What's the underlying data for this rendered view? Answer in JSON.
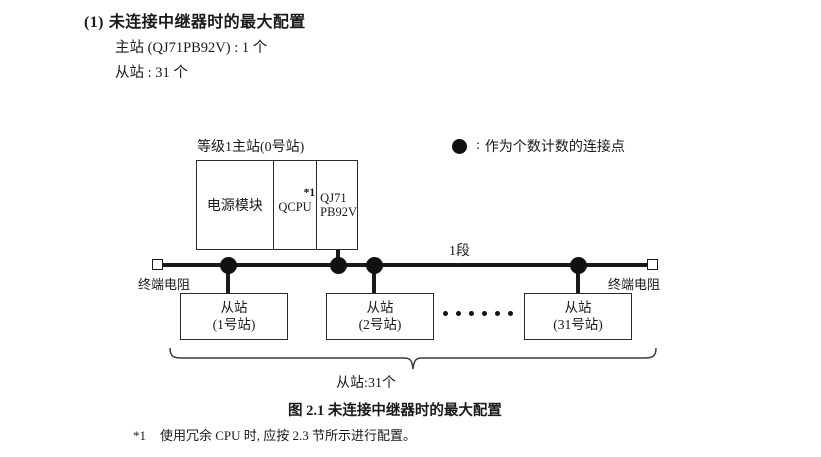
{
  "heading": {
    "number": "(1)",
    "title": "未连接中继器时的最大配置"
  },
  "specs": {
    "master": "主站 (QJ71PB92V) : 1 个",
    "slave": "从站 : 31 个"
  },
  "legend": {
    "symbol": "●",
    "colon": ":",
    "text": "作为个数计数的连接点"
  },
  "diagram": {
    "master_label": "等级1主站(0号站)",
    "rack": {
      "power_module": "电源模块",
      "cpu_module": "QCPU",
      "cpu_footnote_mark": "*1",
      "network_module_line1": "QJ71",
      "network_module_line2": "PB92V"
    },
    "segment_label": "1段",
    "terminator_left_label": "终端电阻",
    "terminator_right_label": "终端电阻",
    "slaves": [
      {
        "name": "从站",
        "number": "(1号站)"
      },
      {
        "name": "从站",
        "number": "(2号站)"
      },
      {
        "name": "从站",
        "number": "(31号站)"
      }
    ],
    "brace_label": "从站:31个"
  },
  "caption": "图 2.1  未连接中继器时的最大配置",
  "footnote": {
    "mark": "*1",
    "text": "使用冗余 CPU 时, 应按 2.3 节所示进行配置。"
  }
}
